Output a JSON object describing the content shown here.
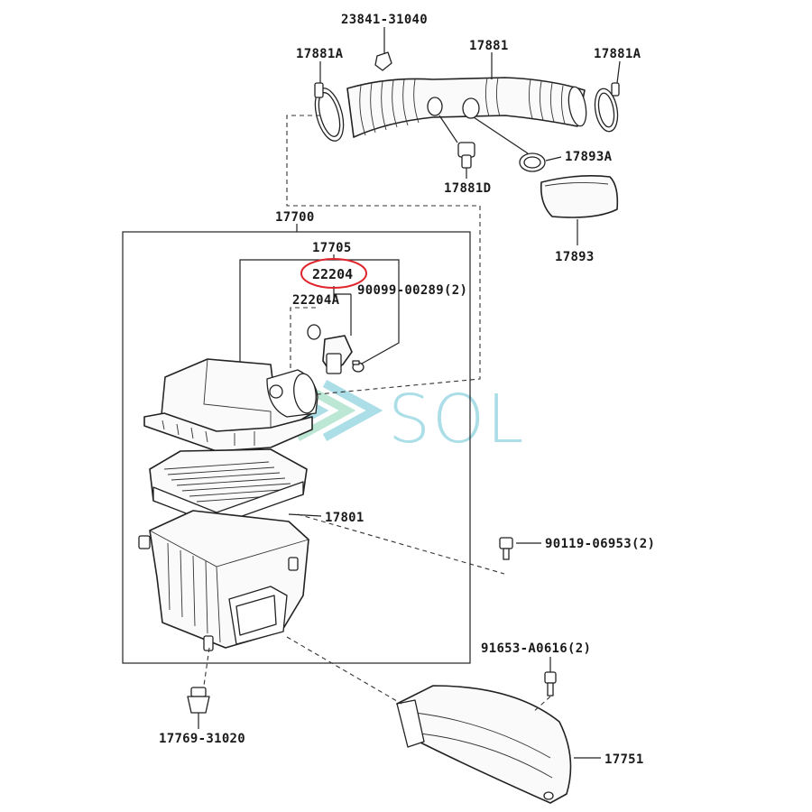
{
  "diagram": {
    "callouts": {
      "p23841": "23841-31040",
      "p17881": "17881",
      "p17881A_left": "17881A",
      "p17881A_right": "17881A",
      "p17881D": "17881D",
      "p17893A": "17893A",
      "p17893": "17893",
      "p17700": "17700",
      "p17705": "17705",
      "p22204": "22204",
      "p22204A": "22204A",
      "p90099": "90099-00289(2)",
      "p17801": "17801",
      "p90119": "90119-06953(2)",
      "p91653": "91653-A0616(2)",
      "p17769": "17769-31020",
      "p17751": "17751"
    },
    "highlight_color": "#e0242c",
    "watermark": {
      "text": "SOL",
      "color": "#8fd3e0"
    }
  }
}
